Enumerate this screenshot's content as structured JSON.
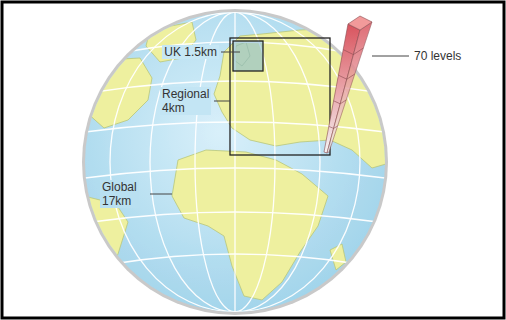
{
  "diagram": {
    "labels": [
      "UK 1.5km",
      "Regional 4km",
      "Global 17km",
      "70 levels"
    ]
  }
}
